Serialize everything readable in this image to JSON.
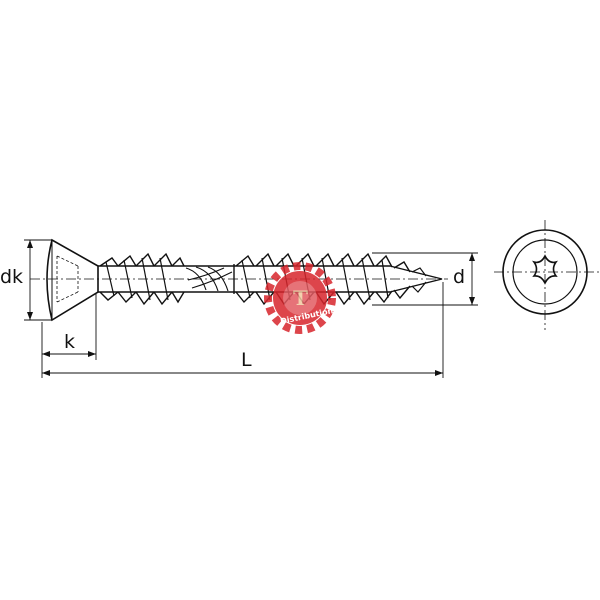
{
  "drawing": {
    "labels": {
      "head_diameter": "dk",
      "head_height": "k",
      "length": "L",
      "diameter": "d"
    },
    "drive": "torx-star",
    "head": "countersunk"
  },
  "watermark": {
    "mark": "T",
    "text": "Distribution",
    "color": "#d8252c"
  }
}
